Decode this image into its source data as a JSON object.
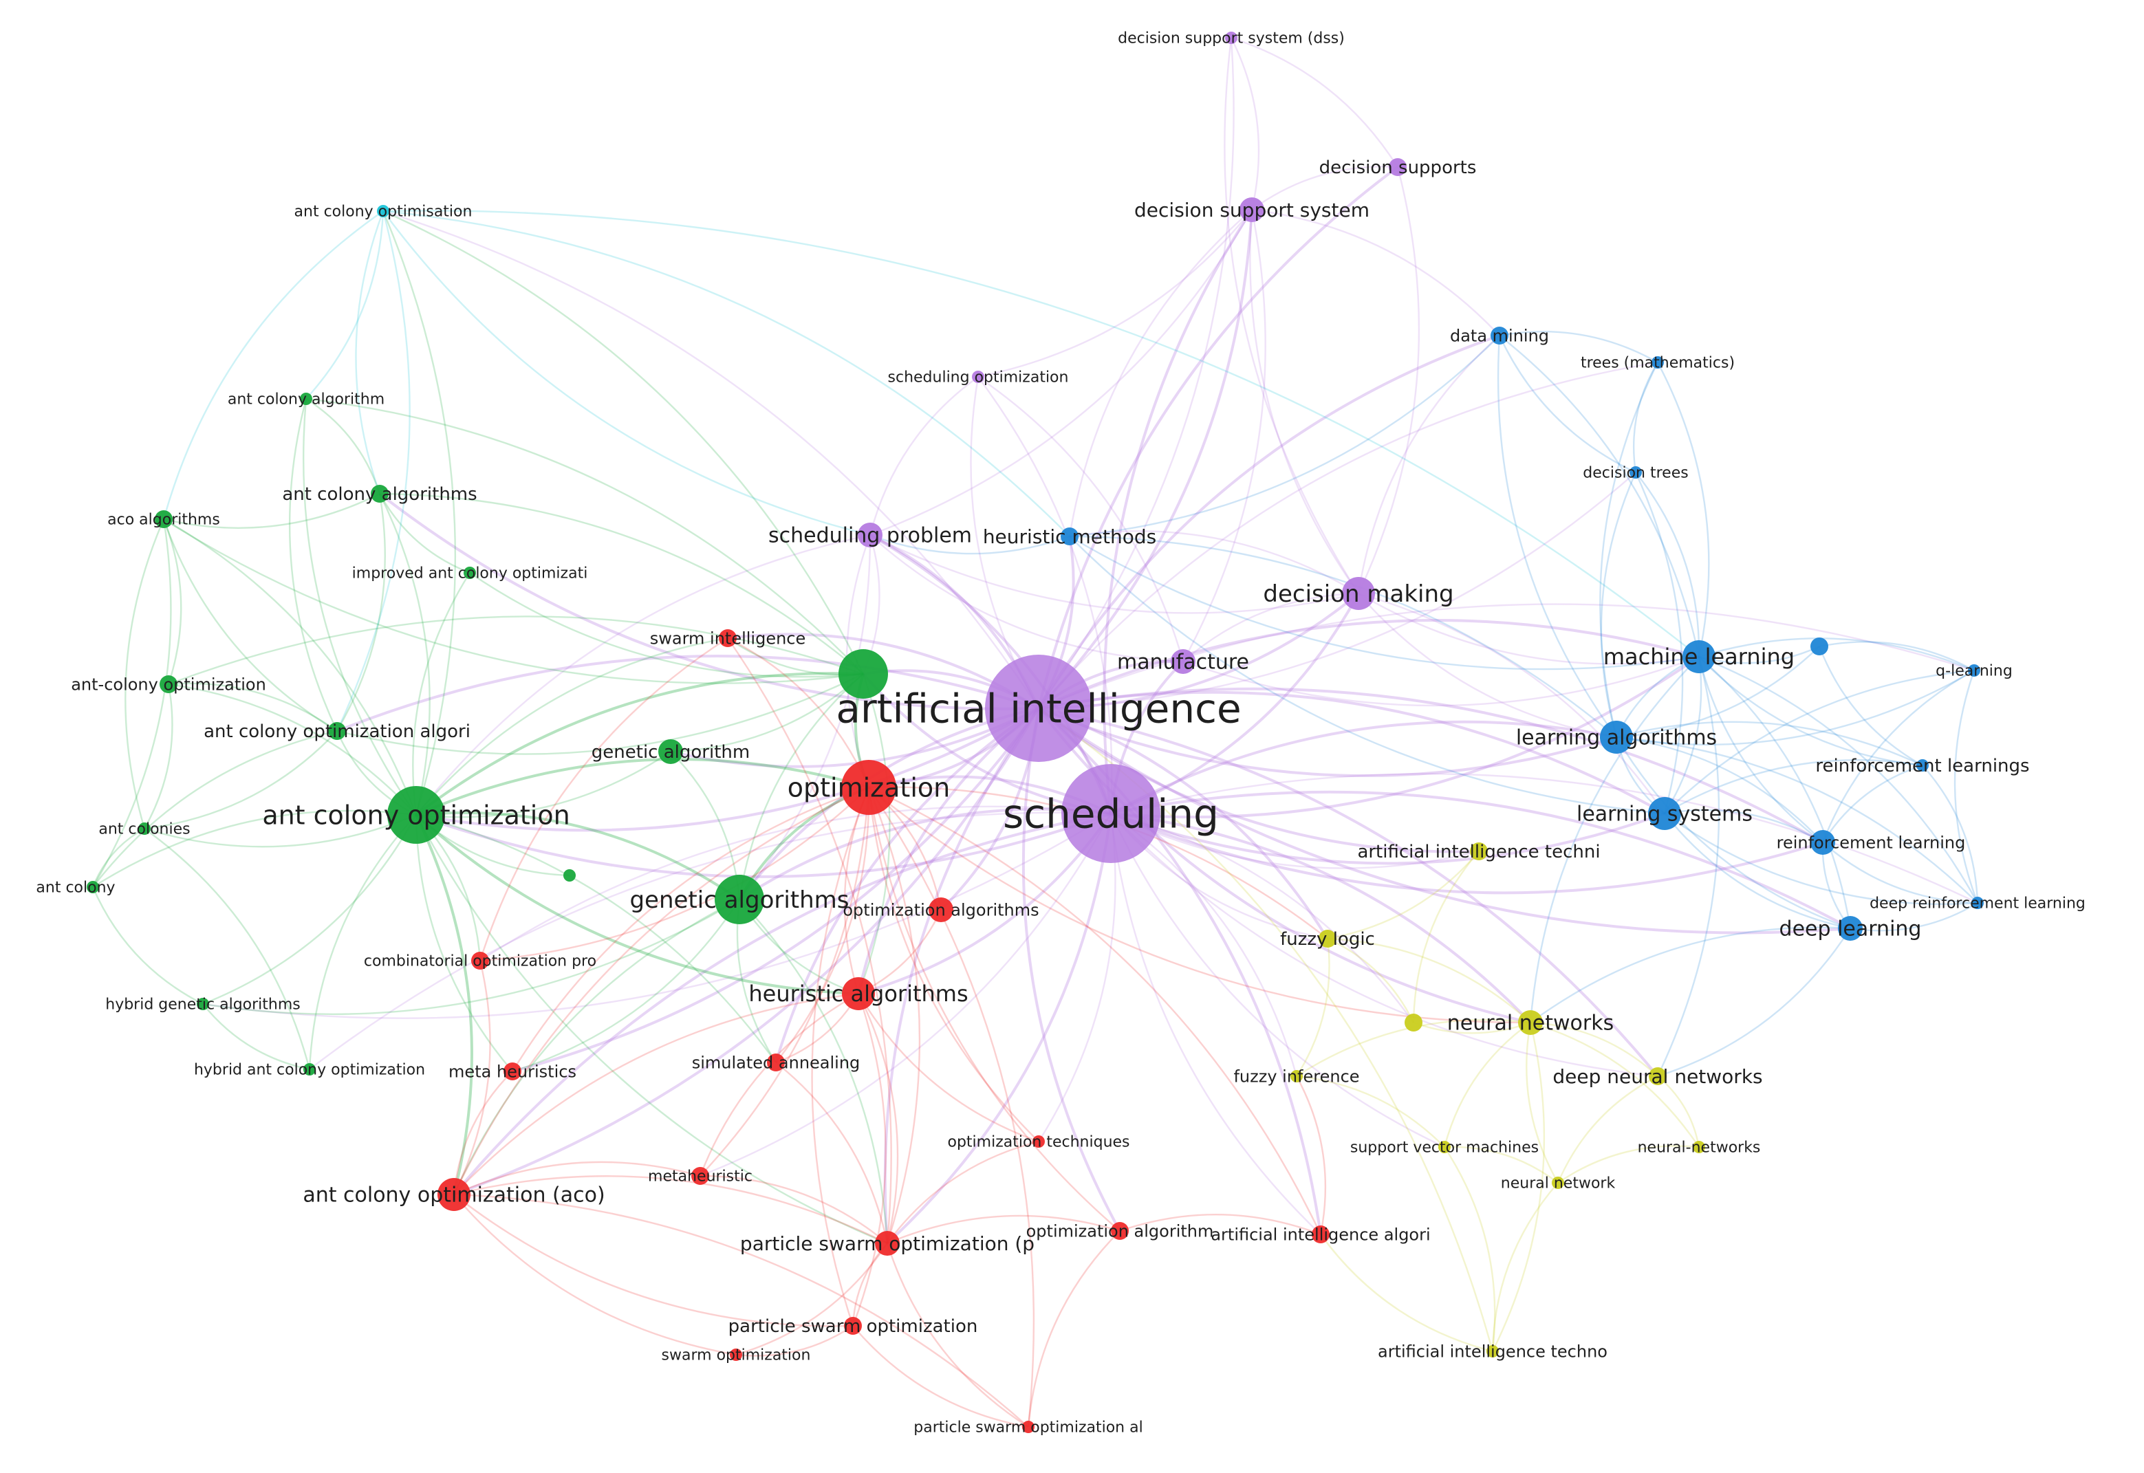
{
  "clusters": {
    "red": "#ef2b2b",
    "green": "#18a83c",
    "blue": "#1f86d6",
    "yellow": "#c9cd1e",
    "purple": "#b57be0",
    "cyan": "#1cc4d8"
  },
  "nodes": [
    {
      "id": "ai",
      "label": "artificial intelligence",
      "cluster": "purple",
      "weight": 10
    },
    {
      "id": "sch",
      "label": "scheduling",
      "cluster": "purple",
      "weight": 9
    },
    {
      "id": "dm",
      "label": "decision making",
      "cluster": "purple",
      "weight": 4
    },
    {
      "id": "manu",
      "label": "manufacture",
      "cluster": "purple",
      "weight": 3
    },
    {
      "id": "sp",
      "label": "scheduling problem",
      "cluster": "purple",
      "weight": 3
    },
    {
      "id": "so",
      "label": "scheduling optimization",
      "cluster": "purple",
      "weight": 1
    },
    {
      "id": "dss",
      "label": "decision support system",
      "cluster": "purple",
      "weight": 3
    },
    {
      "id": "dsup",
      "label": "decision supports",
      "cluster": "purple",
      "weight": 2
    },
    {
      "id": "dssd",
      "label": "decision support system (dss)",
      "cluster": "purple",
      "weight": 1
    },
    {
      "id": "aco",
      "label": "ant colony optimization",
      "cluster": "green",
      "weight": 8
    },
    {
      "id": "gas",
      "label": "genetic algorithms",
      "cluster": "green",
      "weight": 5
    },
    {
      "id": "ga",
      "label": "genetic algorithm",
      "cluster": "green",
      "weight": 3
    },
    {
      "id": "gmid",
      "label": "",
      "cluster": "green",
      "weight": 5
    },
    {
      "id": "gsm",
      "label": "",
      "cluster": "green",
      "weight": 1
    },
    {
      "id": "acoa",
      "label": "ant colony optimization algori",
      "cluster": "green",
      "weight": 2
    },
    {
      "id": "acalg",
      "label": "ant colony algorithms",
      "cluster": "green",
      "weight": 2
    },
    {
      "id": "acal",
      "label": "ant colony algorithm",
      "cluster": "green",
      "weight": 1
    },
    {
      "id": "acoalgs",
      "label": "aco algorithms",
      "cluster": "green",
      "weight": 2
    },
    {
      "id": "iaco",
      "label": "improved ant colony optimizati",
      "cluster": "green",
      "weight": 1
    },
    {
      "id": "antco",
      "label": "ant-colony optimization",
      "cluster": "green",
      "weight": 2
    },
    {
      "id": "acs",
      "label": "ant colonies",
      "cluster": "green",
      "weight": 1
    },
    {
      "id": "ac",
      "label": "ant colony",
      "cluster": "green",
      "weight": 1
    },
    {
      "id": "hga",
      "label": "hybrid genetic algorithms",
      "cluster": "green",
      "weight": 1
    },
    {
      "id": "haco",
      "label": "hybrid ant colony optimization",
      "cluster": "green",
      "weight": 1
    },
    {
      "id": "opt",
      "label": "optimization",
      "cluster": "red",
      "weight": 7
    },
    {
      "id": "ha",
      "label": "heuristic algorithms",
      "cluster": "red",
      "weight": 4
    },
    {
      "id": "oalg",
      "label": "optimization algorithms",
      "cluster": "red",
      "weight": 3
    },
    {
      "id": "si",
      "label": "swarm intelligence",
      "cluster": "red",
      "weight": 2
    },
    {
      "id": "cop",
      "label": "combinatorial optimization pro",
      "cluster": "red",
      "weight": 2
    },
    {
      "id": "mh",
      "label": "meta heuristics",
      "cluster": "red",
      "weight": 2
    },
    {
      "id": "sa",
      "label": "simulated annealing",
      "cluster": "red",
      "weight": 2
    },
    {
      "id": "acoaco",
      "label": "ant colony optimization (aco)",
      "cluster": "red",
      "weight": 4
    },
    {
      "id": "meta",
      "label": "metaheuristic",
      "cluster": "red",
      "weight": 2
    },
    {
      "id": "ot",
      "label": "optimization techniques",
      "cluster": "red",
      "weight": 1
    },
    {
      "id": "psop",
      "label": "particle swarm optimization (p",
      "cluster": "red",
      "weight": 3
    },
    {
      "id": "oalg2",
      "label": "optimization algorithm",
      "cluster": "red",
      "weight": 2
    },
    {
      "id": "aialg",
      "label": "artificial intelligence algori",
      "cluster": "red",
      "weight": 2
    },
    {
      "id": "pso",
      "label": "particle swarm optimization",
      "cluster": "red",
      "weight": 2
    },
    {
      "id": "swo",
      "label": "swarm optimization",
      "cluster": "red",
      "weight": 1
    },
    {
      "id": "psoal",
      "label": "particle swarm optimization al",
      "cluster": "red",
      "weight": 1
    },
    {
      "id": "dmin",
      "label": "data mining",
      "cluster": "blue",
      "weight": 2
    },
    {
      "id": "trees",
      "label": "trees (mathematics)",
      "cluster": "blue",
      "weight": 1
    },
    {
      "id": "dt",
      "label": "decision trees",
      "cluster": "blue",
      "weight": 1
    },
    {
      "id": "hm",
      "label": "heuristic methods",
      "cluster": "blue",
      "weight": 2
    },
    {
      "id": "ml",
      "label": "machine learning",
      "cluster": "blue",
      "weight": 4
    },
    {
      "id": "mlsm",
      "label": "",
      "cluster": "blue",
      "weight": 2
    },
    {
      "id": "ql",
      "label": "q-learning",
      "cluster": "blue",
      "weight": 1
    },
    {
      "id": "la",
      "label": "learning algorithms",
      "cluster": "blue",
      "weight": 4
    },
    {
      "id": "rls",
      "label": "reinforcement learnings",
      "cluster": "blue",
      "weight": 1
    },
    {
      "id": "ls",
      "label": "learning systems",
      "cluster": "blue",
      "weight": 4
    },
    {
      "id": "rl",
      "label": "reinforcement learning",
      "cluster": "blue",
      "weight": 3
    },
    {
      "id": "drl",
      "label": "deep reinforcement learning",
      "cluster": "blue",
      "weight": 1
    },
    {
      "id": "dl",
      "label": "deep learning",
      "cluster": "blue",
      "weight": 3
    },
    {
      "id": "aitech",
      "label": "artificial intelligence techni",
      "cluster": "yellow",
      "weight": 2
    },
    {
      "id": "fl",
      "label": "fuzzy logic",
      "cluster": "yellow",
      "weight": 2
    },
    {
      "id": "ysm",
      "label": "",
      "cluster": "yellow",
      "weight": 2
    },
    {
      "id": "nn",
      "label": "neural networks",
      "cluster": "yellow",
      "weight": 3
    },
    {
      "id": "fi",
      "label": "fuzzy inference",
      "cluster": "yellow",
      "weight": 1
    },
    {
      "id": "dnn",
      "label": "deep neural networks",
      "cluster": "yellow",
      "weight": 2
    },
    {
      "id": "svm",
      "label": "support vector machines",
      "cluster": "yellow",
      "weight": 1
    },
    {
      "id": "nns",
      "label": "neural-networks",
      "cluster": "yellow",
      "weight": 1
    },
    {
      "id": "nn1",
      "label": "neural network",
      "cluster": "yellow",
      "weight": 1
    },
    {
      "id": "aitechno",
      "label": "artificial intelligence techno",
      "cluster": "yellow",
      "weight": 1
    },
    {
      "id": "acoi",
      "label": "ant colony optimisation",
      "cluster": "cyan",
      "weight": 1
    }
  ],
  "links": [
    [
      "ai",
      "sch"
    ],
    [
      "ai",
      "dm"
    ],
    [
      "ai",
      "manu"
    ],
    [
      "ai",
      "sp"
    ],
    [
      "ai",
      "so"
    ],
    [
      "ai",
      "dss"
    ],
    [
      "ai",
      "dsup"
    ],
    [
      "ai",
      "dssd"
    ],
    [
      "ai",
      "aco"
    ],
    [
      "ai",
      "gas"
    ],
    [
      "ai",
      "ga"
    ],
    [
      "ai",
      "gmid"
    ],
    [
      "ai",
      "opt"
    ],
    [
      "ai",
      "ha"
    ],
    [
      "ai",
      "oalg"
    ],
    [
      "ai",
      "si"
    ],
    [
      "ai",
      "ml"
    ],
    [
      "ai",
      "la"
    ],
    [
      "ai",
      "ls"
    ],
    [
      "ai",
      "dl"
    ],
    [
      "ai",
      "rl"
    ],
    [
      "ai",
      "nn"
    ],
    [
      "ai",
      "fl"
    ],
    [
      "ai",
      "aitech"
    ],
    [
      "ai",
      "dmin"
    ],
    [
      "ai",
      "hm"
    ],
    [
      "ai",
      "dnn"
    ],
    [
      "ai",
      "psop"
    ],
    [
      "ai",
      "acoaco"
    ],
    [
      "ai",
      "acoi"
    ],
    [
      "ai",
      "acalg"
    ],
    [
      "ai",
      "acoa"
    ],
    [
      "ai",
      "mh"
    ],
    [
      "ai",
      "sa"
    ],
    [
      "ai",
      "aialg"
    ],
    [
      "ai",
      "oalg2"
    ],
    [
      "ai",
      "ql"
    ],
    [
      "ai",
      "dt"
    ],
    [
      "ai",
      "trees"
    ],
    [
      "sch",
      "dm"
    ],
    [
      "sch",
      "manu"
    ],
    [
      "sch",
      "sp"
    ],
    [
      "sch",
      "aco"
    ],
    [
      "sch",
      "gas"
    ],
    [
      "sch",
      "gmid"
    ],
    [
      "sch",
      "opt"
    ],
    [
      "sch",
      "ha"
    ],
    [
      "sch",
      "ml"
    ],
    [
      "sch",
      "la"
    ],
    [
      "sch",
      "ls"
    ],
    [
      "sch",
      "dl"
    ],
    [
      "sch",
      "rl"
    ],
    [
      "sch",
      "nn"
    ],
    [
      "sch",
      "fl"
    ],
    [
      "sch",
      "psop"
    ],
    [
      "sch",
      "acoaco"
    ],
    [
      "sch",
      "dss"
    ],
    [
      "sch",
      "so"
    ],
    [
      "sch",
      "meta"
    ],
    [
      "sch",
      "cop"
    ],
    [
      "sch",
      "ot"
    ],
    [
      "sch",
      "aitech"
    ],
    [
      "sch",
      "ysm"
    ],
    [
      "sch",
      "svm"
    ],
    [
      "sch",
      "fi"
    ],
    [
      "sch",
      "aialg"
    ],
    [
      "sch",
      "hga"
    ],
    [
      "sch",
      "haco"
    ],
    [
      "sch",
      "drl"
    ],
    [
      "sch",
      "dnn"
    ],
    [
      "dm",
      "dss"
    ],
    [
      "dm",
      "dsup"
    ],
    [
      "dm",
      "dssd"
    ],
    [
      "dm",
      "ml"
    ],
    [
      "dm",
      "dmin"
    ],
    [
      "dm",
      "la"
    ],
    [
      "dm",
      "sp"
    ],
    [
      "dm",
      "hm"
    ],
    [
      "dm",
      "ls"
    ],
    [
      "manu",
      "dss"
    ],
    [
      "manu",
      "sp"
    ],
    [
      "manu",
      "so"
    ],
    [
      "manu",
      "dm"
    ],
    [
      "manu",
      "ml"
    ],
    [
      "sp",
      "so"
    ],
    [
      "sp",
      "aco"
    ],
    [
      "sp",
      "gmid"
    ],
    [
      "sp",
      "opt"
    ],
    [
      "sp",
      "gas"
    ],
    [
      "sp",
      "dss"
    ],
    [
      "dss",
      "dsup"
    ],
    [
      "dss",
      "dssd"
    ],
    [
      "dss",
      "so"
    ],
    [
      "dsup",
      "dssd"
    ],
    [
      "dss",
      "dmin"
    ],
    [
      "dss",
      "hm"
    ],
    [
      "aco",
      "gas"
    ],
    [
      "aco",
      "ga"
    ],
    [
      "aco",
      "gmid"
    ],
    [
      "aco",
      "gsm"
    ],
    [
      "aco",
      "acoa"
    ],
    [
      "aco",
      "acalg"
    ],
    [
      "aco",
      "acal"
    ],
    [
      "aco",
      "acoalgs"
    ],
    [
      "aco",
      "iaco"
    ],
    [
      "aco",
      "antco"
    ],
    [
      "aco",
      "acs"
    ],
    [
      "aco",
      "ac"
    ],
    [
      "aco",
      "hga"
    ],
    [
      "aco",
      "haco"
    ],
    [
      "aco",
      "opt"
    ],
    [
      "aco",
      "ha"
    ],
    [
      "aco",
      "cop"
    ],
    [
      "aco",
      "mh"
    ],
    [
      "aco",
      "acoaco"
    ],
    [
      "aco",
      "acoi"
    ],
    [
      "aco",
      "si"
    ],
    [
      "aco",
      "psop"
    ],
    [
      "aco",
      "sa"
    ],
    [
      "gmid",
      "gas"
    ],
    [
      "gmid",
      "ga"
    ],
    [
      "gmid",
      "opt"
    ],
    [
      "gmid",
      "acoa"
    ],
    [
      "gmid",
      "acalg"
    ],
    [
      "gmid",
      "acoalgs"
    ],
    [
      "gmid",
      "antco"
    ],
    [
      "gmid",
      "si"
    ],
    [
      "gmid",
      "acoi"
    ],
    [
      "gmid",
      "iaco"
    ],
    [
      "gmid",
      "acal"
    ],
    [
      "gmid",
      "ha"
    ],
    [
      "gas",
      "ga"
    ],
    [
      "gas",
      "opt"
    ],
    [
      "gas",
      "ha"
    ],
    [
      "gas",
      "psop"
    ],
    [
      "gas",
      "acoaco"
    ],
    [
      "gas",
      "hga"
    ],
    [
      "gas",
      "sa"
    ],
    [
      "gas",
      "mh"
    ],
    [
      "acoa",
      "acalg"
    ],
    [
      "acoa",
      "acoalgs"
    ],
    [
      "acoa",
      "antco"
    ],
    [
      "acoa",
      "acs"
    ],
    [
      "acoa",
      "ac"
    ],
    [
      "acoa",
      "acal"
    ],
    [
      "acalg",
      "acal"
    ],
    [
      "acalg",
      "acoalgs"
    ],
    [
      "acalg",
      "iaco"
    ],
    [
      "acoalgs",
      "antco"
    ],
    [
      "acoalgs",
      "acs"
    ],
    [
      "acoalgs",
      "ac"
    ],
    [
      "acs",
      "ac"
    ],
    [
      "antco",
      "acs"
    ],
    [
      "hga",
      "haco"
    ],
    [
      "acs",
      "haco"
    ],
    [
      "ac",
      "hga"
    ],
    [
      "acoi",
      "acal"
    ],
    [
      "acoi",
      "acalg"
    ],
    [
      "acoi",
      "acoa"
    ],
    [
      "acoi",
      "acoalgs"
    ],
    [
      "acoi",
      "hm"
    ],
    [
      "acoi",
      "sp"
    ],
    [
      "acoi",
      "ml"
    ],
    [
      "opt",
      "ha"
    ],
    [
      "opt",
      "oalg"
    ],
    [
      "opt",
      "si"
    ],
    [
      "opt",
      "cop"
    ],
    [
      "opt",
      "mh"
    ],
    [
      "opt",
      "sa"
    ],
    [
      "opt",
      "acoaco"
    ],
    [
      "opt",
      "meta"
    ],
    [
      "opt",
      "ot"
    ],
    [
      "opt",
      "psop"
    ],
    [
      "opt",
      "oalg2"
    ],
    [
      "opt",
      "aialg"
    ],
    [
      "opt",
      "pso"
    ],
    [
      "opt",
      "psoal"
    ],
    [
      "opt",
      "nn"
    ],
    [
      "opt",
      "fl"
    ],
    [
      "ha",
      "oalg"
    ],
    [
      "ha",
      "psop"
    ],
    [
      "ha",
      "acoaco"
    ],
    [
      "ha",
      "sa"
    ],
    [
      "ha",
      "meta"
    ],
    [
      "ha",
      "pso"
    ],
    [
      "ha",
      "ot"
    ],
    [
      "acoaco",
      "psop"
    ],
    [
      "acoaco",
      "pso"
    ],
    [
      "acoaco",
      "meta"
    ],
    [
      "acoaco",
      "cop"
    ],
    [
      "acoaco",
      "mh"
    ],
    [
      "acoaco",
      "swo"
    ],
    [
      "acoaco",
      "psoal"
    ],
    [
      "psop",
      "pso"
    ],
    [
      "psop",
      "swo"
    ],
    [
      "psop",
      "psoal"
    ],
    [
      "psop",
      "oalg2"
    ],
    [
      "psop",
      "meta"
    ],
    [
      "psop",
      "ot"
    ],
    [
      "psop",
      "sa"
    ],
    [
      "pso",
      "swo"
    ],
    [
      "pso",
      "psoal"
    ],
    [
      "oalg2",
      "aialg"
    ],
    [
      "oalg2",
      "psoal"
    ],
    [
      "si",
      "psop"
    ],
    [
      "si",
      "cop"
    ],
    [
      "dmin",
      "trees"
    ],
    [
      "dmin",
      "dt"
    ],
    [
      "dmin",
      "ml"
    ],
    [
      "dmin",
      "la"
    ],
    [
      "dmin",
      "hm"
    ],
    [
      "trees",
      "dt"
    ],
    [
      "trees",
      "ml"
    ],
    [
      "trees",
      "la"
    ],
    [
      "dt",
      "ml"
    ],
    [
      "dt",
      "la"
    ],
    [
      "dt",
      "ls"
    ],
    [
      "hm",
      "ml"
    ],
    [
      "hm",
      "la"
    ],
    [
      "hm",
      "ls"
    ],
    [
      "hm",
      "sp"
    ],
    [
      "ml",
      "mlsm"
    ],
    [
      "ml",
      "ql"
    ],
    [
      "ml",
      "la"
    ],
    [
      "ml",
      "ls"
    ],
    [
      "ml",
      "rl"
    ],
    [
      "ml",
      "dl"
    ],
    [
      "ml",
      "rls"
    ],
    [
      "ml",
      "drl"
    ],
    [
      "ml",
      "nn"
    ],
    [
      "ml",
      "dnn"
    ],
    [
      "la",
      "ls"
    ],
    [
      "la",
      "rl"
    ],
    [
      "la",
      "dl"
    ],
    [
      "la",
      "rls"
    ],
    [
      "la",
      "ql"
    ],
    [
      "la",
      "drl"
    ],
    [
      "la",
      "mlsm"
    ],
    [
      "ls",
      "rl"
    ],
    [
      "ls",
      "dl"
    ],
    [
      "ls",
      "rls"
    ],
    [
      "ls",
      "drl"
    ],
    [
      "ls",
      "ql"
    ],
    [
      "rl",
      "dl"
    ],
    [
      "rl",
      "rls"
    ],
    [
      "rl",
      "drl"
    ],
    [
      "rl",
      "ql"
    ],
    [
      "dl",
      "drl"
    ],
    [
      "dl",
      "dnn"
    ],
    [
      "dl",
      "nn"
    ],
    [
      "mlsm",
      "ql"
    ],
    [
      "mlsm",
      "rls"
    ],
    [
      "rls",
      "drl"
    ],
    [
      "ql",
      "drl"
    ],
    [
      "nn",
      "dnn"
    ],
    [
      "nn",
      "svm"
    ],
    [
      "nn",
      "nns"
    ],
    [
      "nn",
      "nn1"
    ],
    [
      "nn",
      "aitechno"
    ],
    [
      "nn",
      "fl"
    ],
    [
      "nn",
      "ysm"
    ],
    [
      "nn",
      "fi"
    ],
    [
      "fl",
      "fi"
    ],
    [
      "fl",
      "aitech"
    ],
    [
      "fl",
      "ysm"
    ],
    [
      "aitech",
      "ysm"
    ],
    [
      "dnn",
      "nns"
    ],
    [
      "dnn",
      "nn1"
    ],
    [
      "svm",
      "nn1"
    ],
    [
      "nns",
      "nn1"
    ],
    [
      "aitechno",
      "nn1"
    ],
    [
      "aitechno",
      "svm"
    ],
    [
      "aitechno",
      "aialg"
    ],
    [
      "aitechno",
      "ai"
    ],
    [
      "fi",
      "svm"
    ],
    [
      "aialg",
      "fi"
    ]
  ]
}
